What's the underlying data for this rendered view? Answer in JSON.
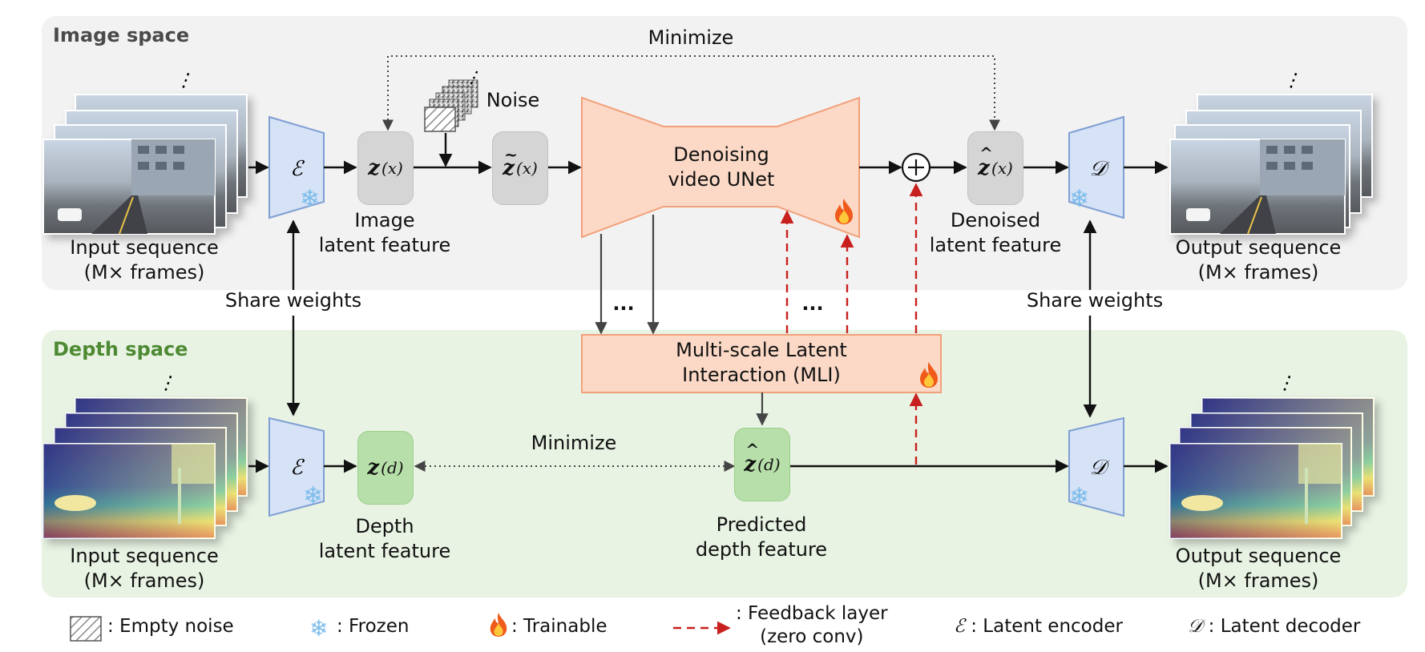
{
  "regions": {
    "image_space": "Image space",
    "depth_space": "Depth space"
  },
  "labels": {
    "minimize_top": "Minimize",
    "minimize_mid": "Minimize",
    "noise": "Noise",
    "unet_line1": "Denoising",
    "unet_line2": "video UNet",
    "mli_line1": "Multi-scale Latent",
    "mli_line2": "Interaction (MLI)",
    "ellipsis_left": "...",
    "ellipsis_right": "...",
    "share_weights_left": "Share weights",
    "share_weights_right": "Share weights",
    "input_seq_img_1": "Input sequence",
    "input_seq_img_2": "(M× frames)",
    "output_seq_img_1": "Output sequence",
    "output_seq_img_2": "(M× frames)",
    "input_seq_depth_1": "Input sequence",
    "input_seq_depth_2": "(M× frames)",
    "output_seq_depth_1": "Output sequence",
    "output_seq_depth_2": "(M× frames)",
    "img_latent_1": "Image",
    "img_latent_2": "latent feature",
    "denoised_1": "Denoised",
    "denoised_2": "latent feature",
    "depth_latent_1": "Depth",
    "depth_latent_2": "latent feature",
    "pred_depth_1": "Predicted",
    "pred_depth_2": "depth feature"
  },
  "symbols": {
    "encoder": "ℰ",
    "decoder": "𝒟",
    "z": "z",
    "sub_x": "(x)",
    "sub_d": "(d)",
    "plus": "+",
    "dots": "⋮"
  },
  "legend": {
    "empty_noise": ": Empty noise",
    "frozen": ": Frozen",
    "trainable": ": Trainable",
    "feedback_1": ": Feedback layer",
    "feedback_2": "(zero conv)",
    "encoder_sym": "ℰ",
    "encoder": ": Latent encoder",
    "decoder_sym": "𝒟",
    "decoder": ": Latent decoder"
  },
  "icons": {
    "frozen": "snowflake-icon",
    "trainable": "flame-icon",
    "empty_noise": "hatched-square-icon"
  },
  "colors": {
    "image_bg": "#f2f2f2",
    "depth_bg": "#e8f3e3",
    "depth_title": "#4d8a33",
    "encoder_fill": "#d6e2f5",
    "encoder_stroke": "#7f9fd4",
    "unet_fill": "#fbd9c6",
    "unet_stroke": "#f2a07a",
    "feedback": "#c8201e"
  }
}
